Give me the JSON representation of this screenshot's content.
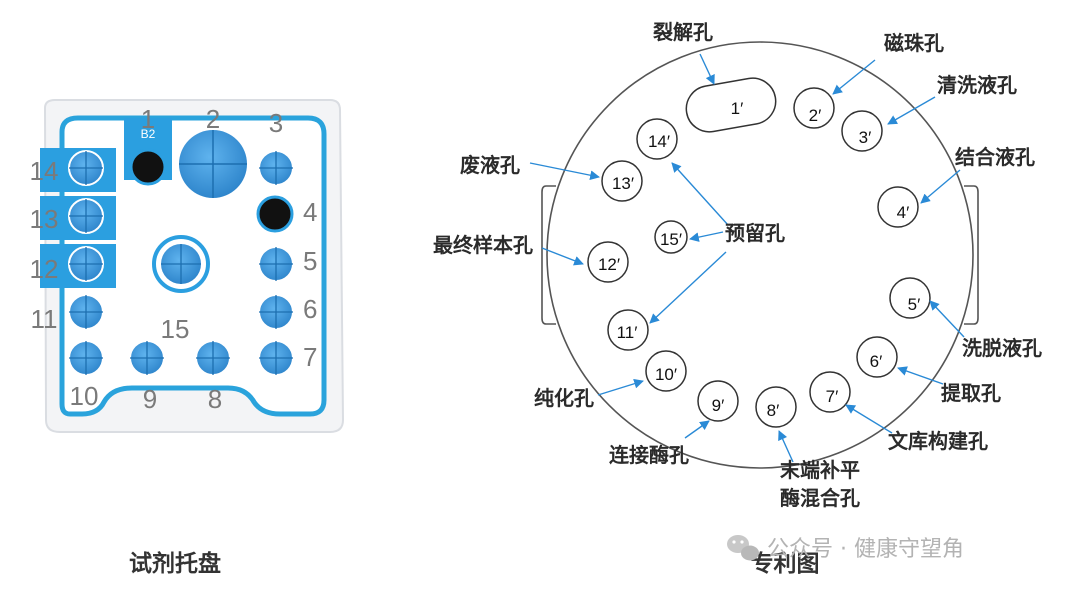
{
  "left_tray": {
    "caption": "试剂托盘",
    "slot_label_b2": "B2",
    "numbers": [
      "1",
      "2",
      "3",
      "4",
      "5",
      "6",
      "7",
      "8",
      "9",
      "10",
      "11",
      "12",
      "13",
      "14",
      "15"
    ],
    "colors": {
      "blue": "#2b9fe0",
      "hole": "#3a8fd0",
      "dark_well": "#111111",
      "tray_bg": "#f5f6f8",
      "outline": "#2aa3dc"
    }
  },
  "right_disc": {
    "caption": "专利图",
    "holes": [
      "1′",
      "2′",
      "3′",
      "4′",
      "5′",
      "6′",
      "7′",
      "8′",
      "9′",
      "10′",
      "11′",
      "12′",
      "13′",
      "14′",
      "15′"
    ],
    "labels": {
      "lysis": "裂解孔",
      "beads": "磁珠孔",
      "wash": "清洗液孔",
      "binding": "结合液孔",
      "waste": "废液孔",
      "final_sample": "最终样本孔",
      "reserved": "预留孔",
      "elution": "洗脱液孔",
      "extraction": "提取孔",
      "library": "文库构建孔",
      "end_repair_line1": "末端补平",
      "end_repair_line2": "酶混合孔",
      "ligase": "连接酶孔",
      "purify": "纯化孔"
    },
    "colors": {
      "arrow": "#2a8ad6",
      "outline": "#555555"
    }
  },
  "watermark": {
    "text": "公众号 · 健康守望角",
    "icon": "wechat-icon"
  }
}
